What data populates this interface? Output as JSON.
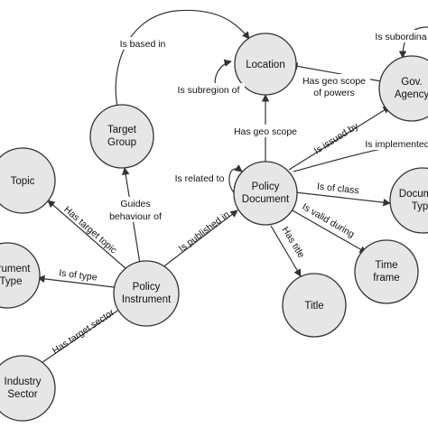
{
  "nodes": {
    "location": "Location",
    "gov_agency": [
      "Gov.",
      "Agency"
    ],
    "target_group": [
      "Target",
      "Group"
    ],
    "topic": "Topic",
    "policy_document": [
      "Policy",
      "Document"
    ],
    "document_type": [
      "Docum",
      "Typ"
    ],
    "instrument_type": [
      "trument",
      "Type"
    ],
    "policy_instrument": [
      "Policy",
      "Instrument"
    ],
    "time_frame": [
      "Time",
      "frame"
    ],
    "title": "Title",
    "industry_sector": [
      "Industry",
      "Sector"
    ]
  },
  "edges": {
    "is_based_in": "Is based in",
    "is_subordinate": "Is subordina",
    "has_geo_scope_of_powers": [
      "Has geo scope",
      "of powers"
    ],
    "is_subregion_of": "Is subregion of",
    "has_geo_scope": "Has geo scope",
    "is_issued_by": "Is issued by",
    "is_implemented": "Is implemented",
    "is_related_to": "Is related to",
    "guides_behaviour_of": [
      "Guides",
      "behaviour of"
    ],
    "is_of_class": "Is of class",
    "has_target_topic": "Has target topic",
    "is_published_in": "Is published in",
    "is_valid_during": "Is valid during",
    "has_title": "Has title",
    "is_of_type": "Is of type",
    "has_target_sector": "Has target sector"
  },
  "colors": {
    "node_fill": "#e6e6e6",
    "stroke": "#333333",
    "text": "#111111",
    "background": "#ffffff"
  }
}
